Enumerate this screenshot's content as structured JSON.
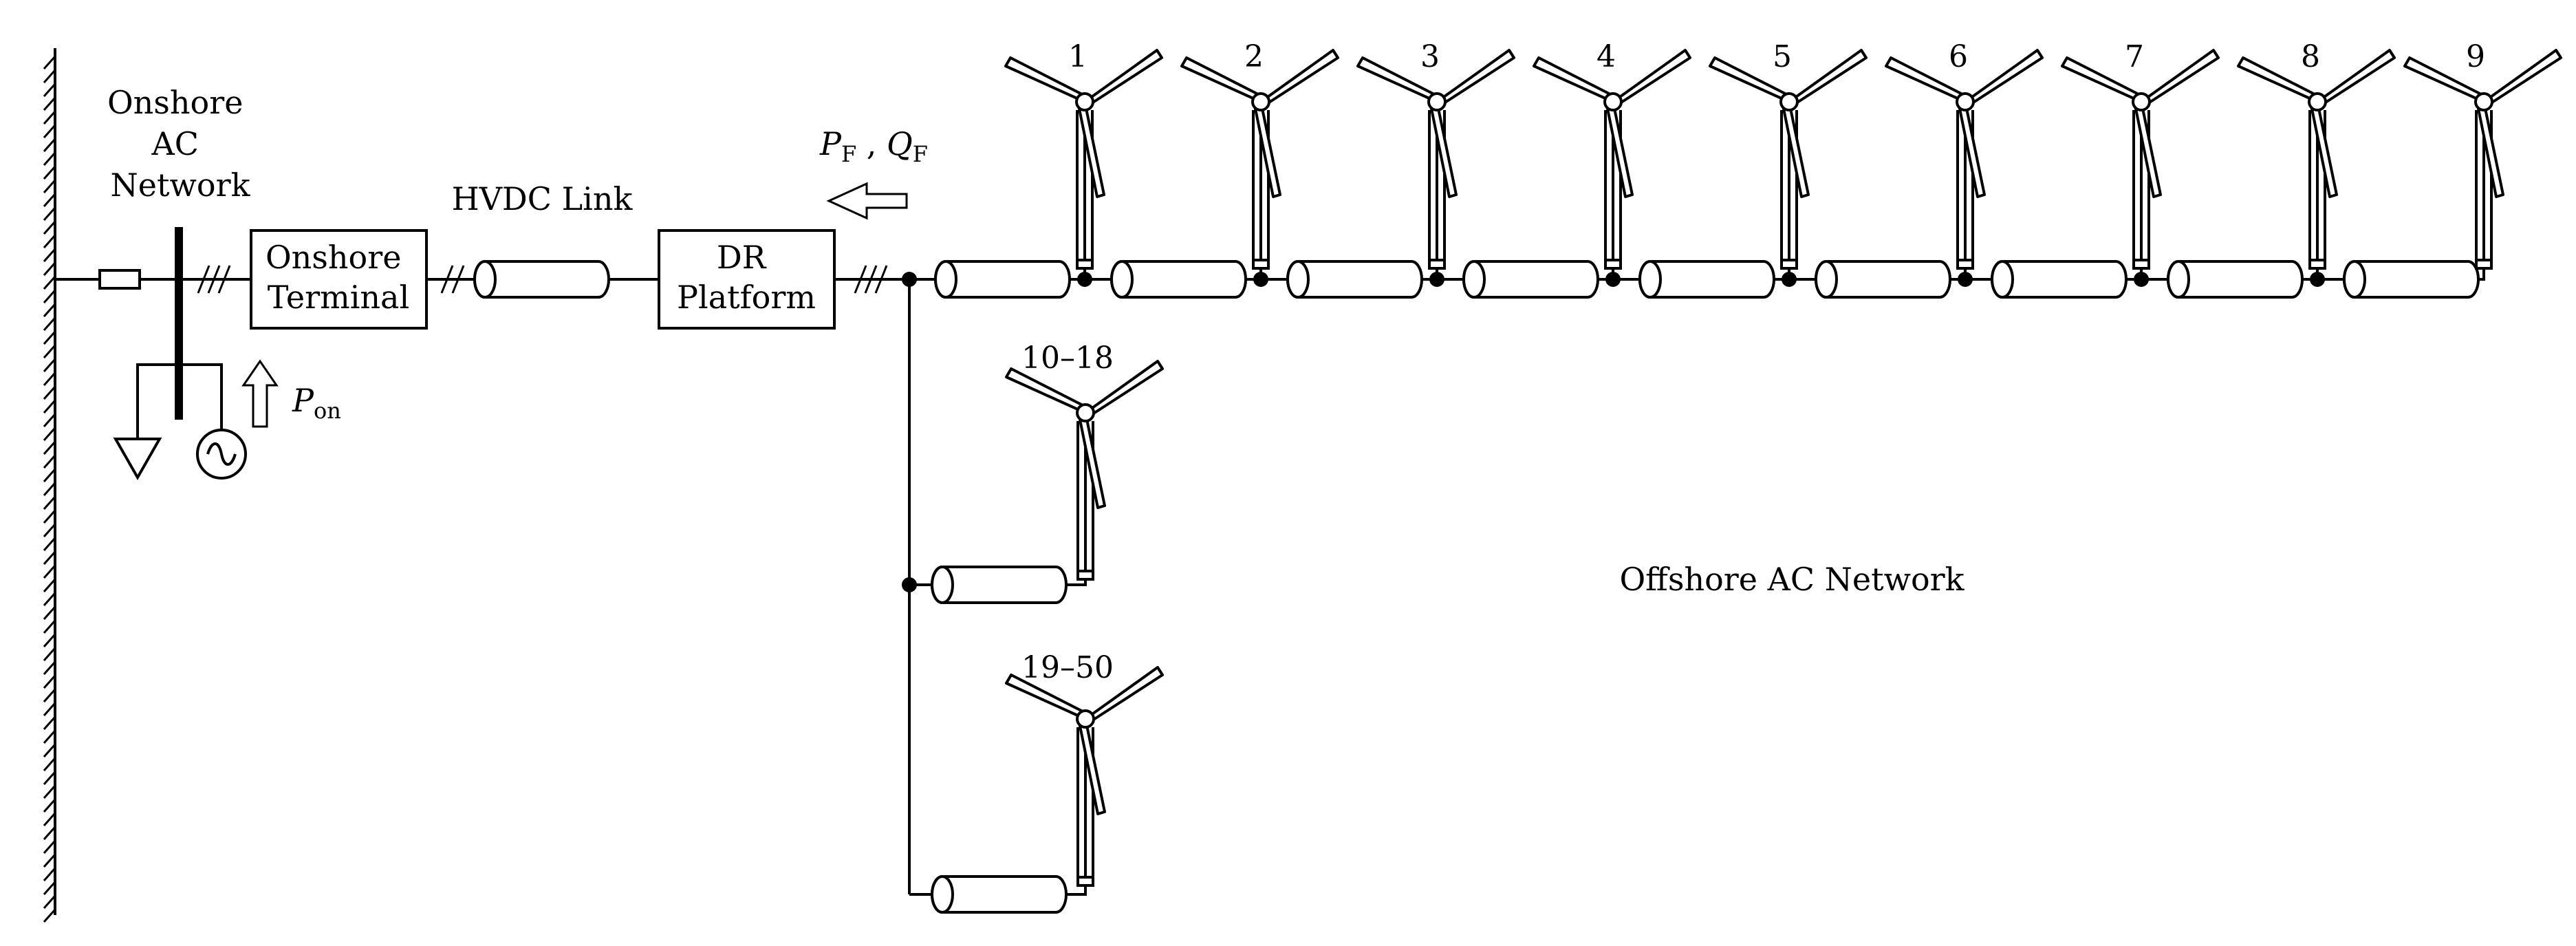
{
  "labels": {
    "onshore_ac_network": [
      "Onshore",
      "AC",
      "Network"
    ],
    "onshore_terminal": [
      "Onshore",
      "Terminal"
    ],
    "hvdc_link": "HVDC Link",
    "dr_platform": [
      "DR",
      "Platform"
    ],
    "offshore_ac_network": "Offshore AC Network",
    "p_on": {
      "symbol": "P",
      "subscript": "on"
    },
    "pf_qf": {
      "p_symbol": "P",
      "p_sub": "F",
      "sep": " , ",
      "q_symbol": "Q",
      "q_sub": "F"
    }
  },
  "turbines": {
    "string1": [
      "1",
      "2",
      "3",
      "4",
      "5",
      "6",
      "7",
      "8",
      "9"
    ],
    "group2": "10–18",
    "group3": "19–50"
  },
  "icons": [
    "ground-icon",
    "ac-source-icon",
    "wind-turbine-icon",
    "cable-icon",
    "hatch-mark-icon",
    "power-flow-arrow-icon"
  ]
}
